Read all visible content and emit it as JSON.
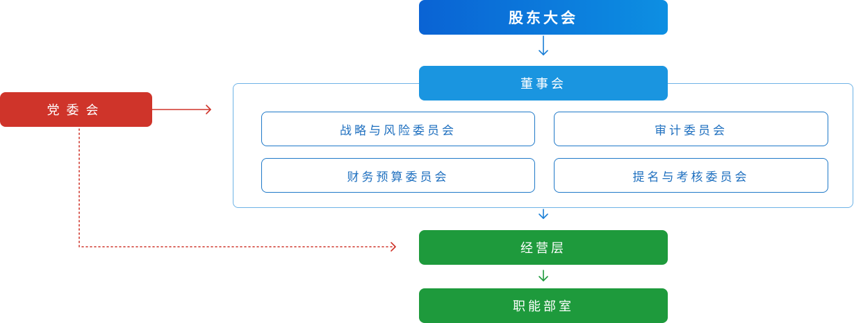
{
  "nodes": {
    "shareholders_meeting": "股东大会",
    "board_of_directors": "董事会",
    "party_committee": "党委会",
    "management": "经营层",
    "functional_departments": "职能部室"
  },
  "committees": {
    "strategy_risk": "战略与风险委员会",
    "audit": "审计委员会",
    "finance_budget": "财务预算委员会",
    "nomination_evaluation": "提名与考核委员会"
  },
  "colors": {
    "blue_gradient_start": "#0a63d4",
    "blue_gradient_end": "#0d8fe2",
    "board_blue": "#1a95e0",
    "committee_border": "#1e78c8",
    "committee_text": "#1e6fbf",
    "party_red": "#cf342a",
    "management_green": "#1e9a3c"
  }
}
